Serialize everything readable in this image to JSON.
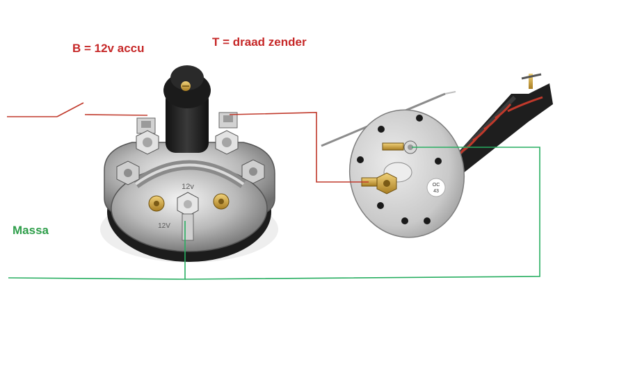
{
  "labels": {
    "b_terminal": "B = 12v accu",
    "t_terminal": "T = draad zender",
    "ground": "Massa"
  },
  "gauge_markings": {
    "top": "12v",
    "bottom_left": "12V"
  },
  "sender_markings": {
    "stamp_line1": "OC",
    "stamp_line2": "43"
  },
  "colors": {
    "battery_wire": "#c0392b",
    "sender_wire": "#c0392b",
    "ground_wire": "#27ae60",
    "label_red": "#c62828",
    "label_green": "#2e9e4a"
  },
  "icons": {
    "gauge": "fuel-gauge-back-icon",
    "sender": "tank-sender-icon",
    "switch": "switch-icon"
  }
}
